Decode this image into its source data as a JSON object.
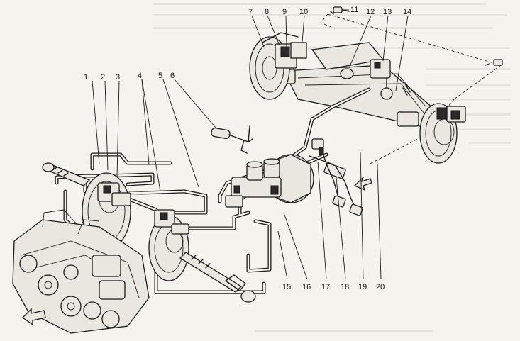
{
  "callouts": [
    "1",
    "2",
    "3",
    "4",
    "5",
    "6",
    "7",
    "8",
    "9",
    "10",
    "11",
    "12",
    "13",
    "14",
    "15",
    "16",
    "17",
    "18",
    "19",
    "20"
  ],
  "colors": {
    "ink": "#1a1a1a",
    "paper": "#f4f3ee"
  },
  "icons": [
    "direction-arrow-icon",
    "travel-arrow-icon"
  ]
}
